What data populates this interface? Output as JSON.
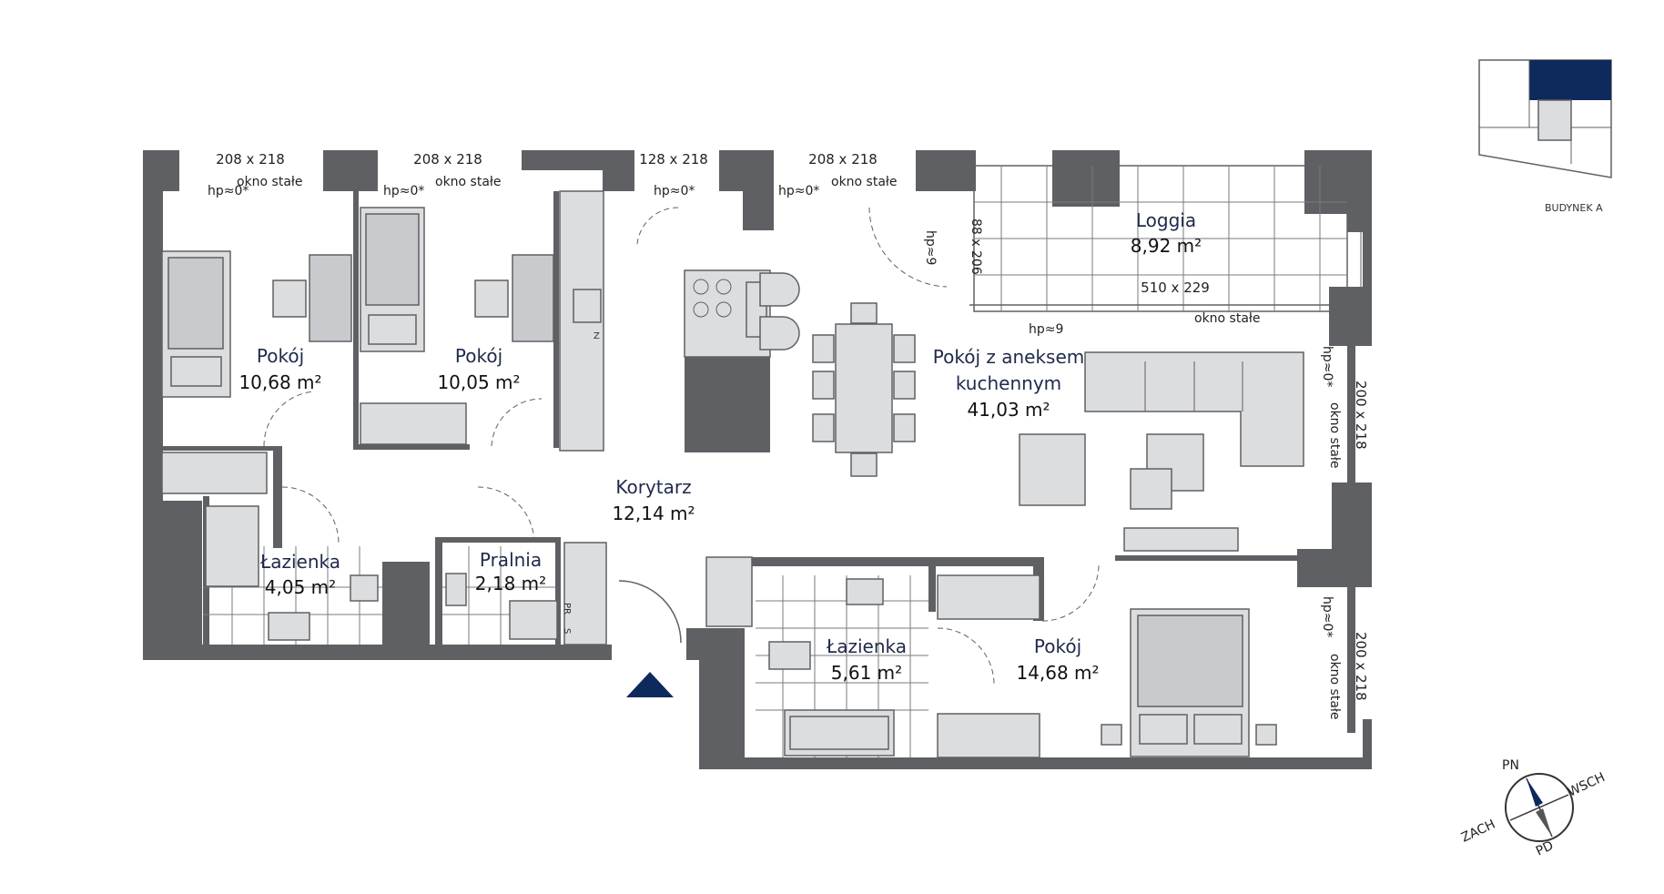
{
  "rooms": {
    "bedroom1": {
      "name": "Pokój",
      "area": "10,68 m²"
    },
    "bedroom2": {
      "name": "Pokój",
      "area": "10,05 m²"
    },
    "living": {
      "name_line1": "Pokój z aneksem",
      "name_line2": "kuchennym",
      "area": "41,03 m²"
    },
    "loggia": {
      "name": "Loggia",
      "area": "8,92 m²"
    },
    "corridor": {
      "name": "Korytarz",
      "area": "12,14 m²"
    },
    "bath1": {
      "name": "Łazienka",
      "area": "4,05 m²"
    },
    "laundry": {
      "name": "Pralnia",
      "area": "2,18 m²"
    },
    "bath2": {
      "name": "Łazienka",
      "area": "5,61 m²"
    },
    "bedroom3": {
      "name": "Pokój",
      "area": "14,68 m²"
    }
  },
  "windows": {
    "w1": {
      "dim": "208 x 218",
      "hp": "hp≈0*",
      "note": "okno stałe"
    },
    "w2": {
      "dim": "208 x 218",
      "hp": "hp≈0*",
      "note": "okno stałe"
    },
    "w3": {
      "dim": "128 x 218",
      "hp": "hp≈0*"
    },
    "w4": {
      "dim": "208 x 218",
      "hp": "hp≈0*",
      "note": "okno stałe"
    },
    "loggia_door": {
      "dim": "88 x 206",
      "hp": "hp≈9"
    },
    "loggia_window": {
      "dim": "510 x 229",
      "hp": "hp≈9",
      "note": "okno stałe"
    },
    "right1": {
      "dim": "200 x 218",
      "hp": "hp≈0*",
      "note": "okno stałe"
    },
    "right2": {
      "dim": "200 x 218",
      "hp": "hp≈0*",
      "note": "okno stałe"
    }
  },
  "appliance_labels": {
    "fridge": "Z",
    "washer": "PR",
    "dryer": "S"
  },
  "building": {
    "label": "BUDYNEK A",
    "accent": "#0e2a5c"
  },
  "compass": {
    "n": "PN",
    "e": "WSCH",
    "s": "PD",
    "w": "ZACH"
  },
  "entrance_color": "#0e2a5c"
}
